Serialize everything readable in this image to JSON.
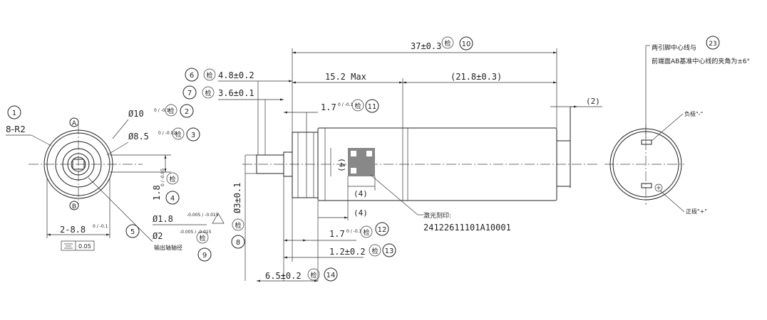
{
  "labels": {
    "total_length": "37±0.3",
    "total_length_inspect": "检",
    "total_length_no": "10",
    "length_max": "15.2 Max",
    "length_ref": "(21.8±0.3)",
    "pin_len": "(2)",
    "d1": "4.8±0.2",
    "d1_no": "6",
    "d2": "3.6±0.1",
    "d2_no": "7",
    "d3": "1.7",
    "d3_tol": "0 / -0.1",
    "d3_no": "11",
    "dia1": "Ø10",
    "dia1_tol": "0 / -0.1",
    "dia1_no": "2",
    "dia2": "Ø8.5",
    "dia2_tol": "0 / -0.02",
    "dia2_no": "3",
    "r": "8-R2",
    "r_no": "1",
    "datum_a": "A",
    "datum_b": "B",
    "flat": "1.8",
    "flat_tol": "0 / -0.05",
    "flat_no": "4",
    "width": "2-8.8",
    "width_tol": "0 / -0.1",
    "width_no": "5",
    "sym": "0.05",
    "shaft1": "Ø1.8",
    "shaft1_tol": "-0.005 / -0.015",
    "shaft2": "Ø2",
    "shaft2_tol": "-0.005 / -0.015",
    "shaft_no": "9",
    "shaft_note": "输出轴轴径",
    "shaft_dia": "Ø3±0.1",
    "shaft_dia_no": "8",
    "four_a": "(4)",
    "four_b": "(4)",
    "four_c": "(4)",
    "l12": "1.7",
    "l12_tol": "0 / -0.1",
    "l12_no": "12",
    "l13": "1.2±0.2",
    "l13_no": "13",
    "l14": "6.5±0.2",
    "l14_no": "14",
    "laser": "激光刻印:",
    "laser_code": "24122611101A10001",
    "angle_note_1": "两引脚中心线与",
    "angle_note_2": "前端面AB基准中心线的夹角为±6°",
    "angle_no": "23",
    "neg": "负极\"-\"",
    "pos": "正极\"+\""
  },
  "colors": {
    "line": "#222222",
    "background": "#ffffff"
  }
}
